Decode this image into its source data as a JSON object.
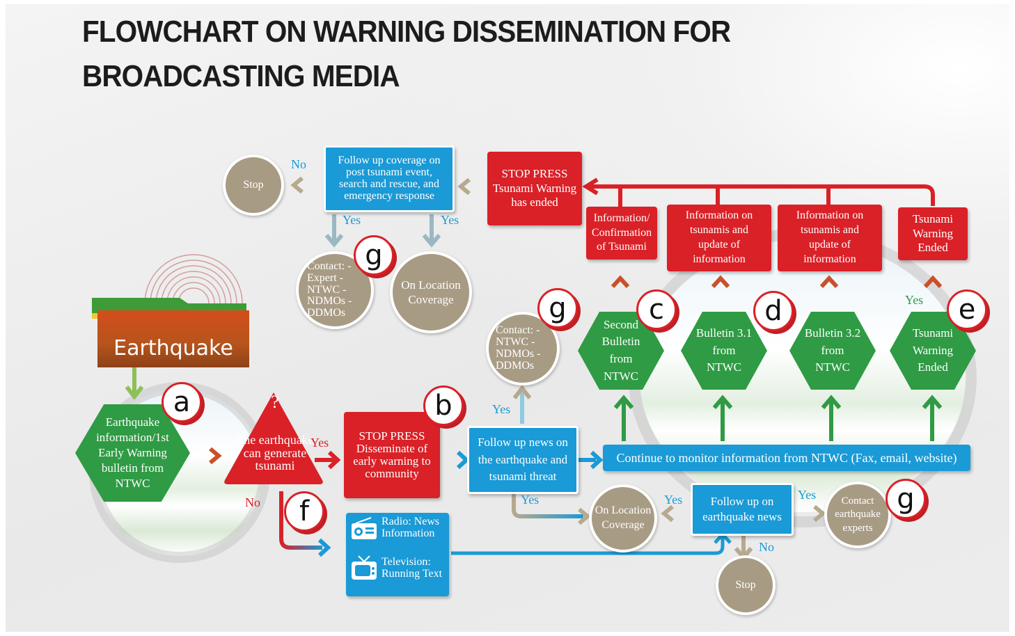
{
  "title": {
    "line1": "FLOWCHART ON WARNING DISSEMINATION FOR",
    "line2": "BROADCASTING MEDIA"
  },
  "colors": {
    "red": "#d92127",
    "blue": "#1a9ad6",
    "green": "#2f9b44",
    "tan": "#a89b84",
    "orange": "#c9502a"
  },
  "earthquake_banner": "Earthquake",
  "nodes": {
    "a": "Earthquake information/1st Early Warning bulletin from NTWC",
    "question_mark": "?",
    "question": "The earthquake can generate tsunami",
    "b": "STOP PRESS Disseminate of early warning to community",
    "follow_news": "Follow up news on the earthquake and tsunami threat",
    "monitor": "Continue to monitor information from NTWC (Fax, email, website)",
    "contact_top": "Contact: - NTWC - NDMOs - DDMOs",
    "c": "Second Bulletin from NTWC",
    "d": "Bulletin 3.1 from NTWC",
    "bulletin32": "Bulletin 3.2 from NTWC",
    "e": "Tsunami Warning Ended",
    "info_confirm": "Information/ Confirmation of Tsunami",
    "info_update1": "Information on tsunamis and update of information",
    "info_update2": "Information on tsunamis and update of information",
    "tw_ended_red": "Tsunami Warning Ended",
    "stop_press_end": "STOP PRESS Tsunami Warning has ended",
    "follow_post": "Follow up coverage on post tsunami event, search and rescue, and emergency response",
    "stop_top": "Stop",
    "contact_g_top": "Contact: - Expert - NTWC - NDMOs - DDMOs",
    "on_location_top": "On Location Coverage",
    "on_location_bottom": "On Location Coverage",
    "follow_eq": "Follow up on earthquake news",
    "contact_eq": "Contact earthquake experts",
    "stop_bottom": "Stop",
    "media_radio": "Radio: News Information",
    "media_tv": "Television: Running Text"
  },
  "badges": [
    "a",
    "b",
    "c",
    "d",
    "e",
    "f",
    "g",
    "g",
    "g"
  ],
  "labels": {
    "yes_q": "Yes",
    "no_q": "No",
    "yes_contact": "Yes",
    "yes_follow_down": "Yes",
    "yes_onloc_bottom": "Yes",
    "yes_contact_eq": "Yes",
    "no_follow_eq": "No",
    "no_top": "No",
    "yes_top_left": "Yes",
    "yes_top_right": "Yes",
    "yes_e": "Yes"
  },
  "icons": {
    "radio": "radio-icon",
    "tv": "television-icon",
    "seismic": "seismic-wave-icon"
  }
}
